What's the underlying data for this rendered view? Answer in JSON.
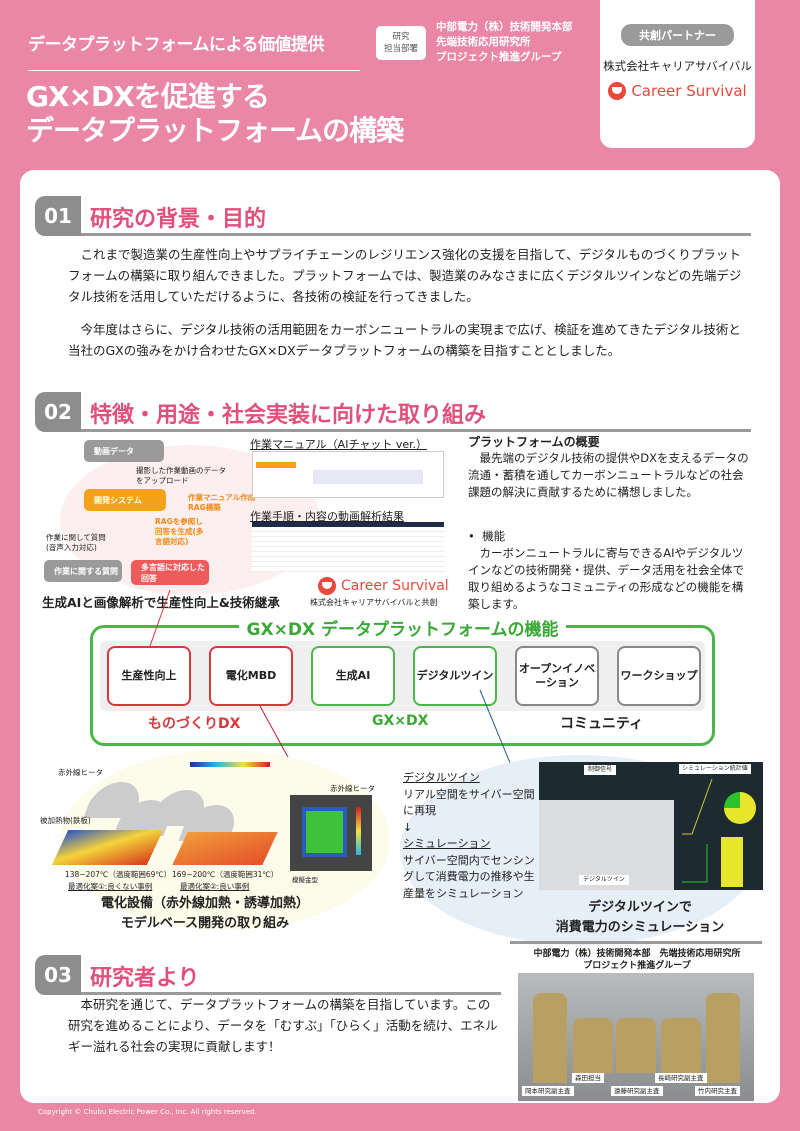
{
  "header": {
    "subtitle": "データプラットフォームによる価値提供",
    "dept_badge": [
      "研究",
      "担当部署"
    ],
    "dept_lines": [
      "中部電力（株）技術開発本部",
      "先端技術応用研究所",
      "プロジェクト推進グループ"
    ],
    "title_lines": [
      "GX×DXを促進する",
      "データプラットフォームの構築"
    ],
    "partner_badge": "共創パートナー",
    "partner_name": "株式会社キャリアサバイバル",
    "partner_logo": "Career Survival"
  },
  "section1": {
    "num": "01",
    "title": "研究の背景・目的",
    "paragraphs": [
      "これまで製造業の生産性向上やサプライチェーンのレジリエンス強化の支援を目指して、デジタルものづくりプラットフォームの構築に取り組んできました。プラットフォームでは、製造業のみなさまに広くデジタルツインなどの先端デジタル技術を活用していただけるように、各技術の検証を行ってきました。",
      "今年度はさらに、デジタル技術の活用範囲をカーボンニュートラルの実現まで広げ、検証を進めてきたデジタル技術と当社のGXの強みをかけ合わせたGX×DXデータプラットフォームの構築を目指すこととしました。"
    ]
  },
  "section2": {
    "num": "02",
    "title": "特徴・用途・社会実装に向けた取り組み",
    "flow": {
      "video": "動画データ",
      "upload": "撮影した作業動画のデータをアップロード",
      "system": "開発システム",
      "manual": "作業マニュアル作成 RAG構築",
      "rag": "RAGを参照し回答を生成(多言語対応)",
      "ask": "作業に関して質問(音声入力対応)",
      "question": "作業に関する質問",
      "answer": "多言語に対応した回答"
    },
    "manual_title": "作業マニュアル（AIチャット ver.）",
    "analysis_title": "作業手順・内容の動画解析結果",
    "cs_logo": "Career Survival",
    "cs_credit": "株式会社キャリアサバイバルと共創",
    "genai_caption": "生成AIと画像解析で生産性向上&技術継承",
    "overview_title": "プラットフォームの概要",
    "overview_text": "最先端のデジタル技術の提供やDXを支えるデータの流通・蓄積を通してカーボンニュートラルなどの社会課題の解決に貢献するために構想しました。",
    "func_bullet": "機能",
    "func_text": "カーボンニュートラルに寄与できるAIやデジタルツインなどの技術開発・提供、データ活用を社会全体で取り組めるようなコミュニティの形成などの機能を構築します。",
    "platform_title": "GX×DX データプラットフォームの機能",
    "functions": [
      "生産性向上",
      "電化MBD",
      "生成AI",
      "デジタルツイン",
      "オープンイノベーション",
      "ワークショップ"
    ],
    "categories": [
      "ものづくりDX",
      "GX×DX",
      "コミュニティ"
    ],
    "mbd": {
      "heater": "赤外線ヒータ",
      "workpiece": "被加熱物(鉄板)",
      "case1_range": "138~207℃（温度範囲69℃）",
      "case1_label": "最適化案①:良くない事例",
      "case2_range": "169~200℃（温度範囲31℃）",
      "case2_label": "最適化案②:良い事例",
      "heater2": "赤外線ヒータ",
      "mold": "模擬金型",
      "caption": [
        "電化設備（赤外線加熱・誘導加熱）",
        "モデルベース開発の取り組み"
      ]
    },
    "twin": {
      "h1": "デジタルツイン",
      "t1": "リアル空間をサイバー空間に再現",
      "arrow": "↓",
      "h2": "シミュレーション",
      "t2": "サイバー空間内でセンシングして消費電力の推移や生産量をシミュレーション",
      "screen_label": "デジタルツイン",
      "panel_label": "シミュレーション統計値",
      "ctrl_label": "制御信号",
      "caption": [
        "デジタルツインで",
        "消費電力のシミュレーション"
      ]
    }
  },
  "section3": {
    "num": "03",
    "title": "研究者より",
    "text": "本研究を通じて、データプラットフォームの構築を目指しています。この研究を進めることにより、データを「むすぶ」「ひらく」活動を続け、エネルギー溢れる社会の実現に貢献します！",
    "team_title": [
      "中部電力（株）技術開発本部　先端技術応用研究所",
      "プロジェクト推進グループ"
    ],
    "members": [
      "岡本研究副主査",
      "森田担当",
      "遠藤研究副主査",
      "長崎研究副主査",
      "竹内研究主査"
    ]
  },
  "footer": {
    "copyright": "Copyright © Chubu Electric Power Co., Inc. All rights reserved."
  }
}
